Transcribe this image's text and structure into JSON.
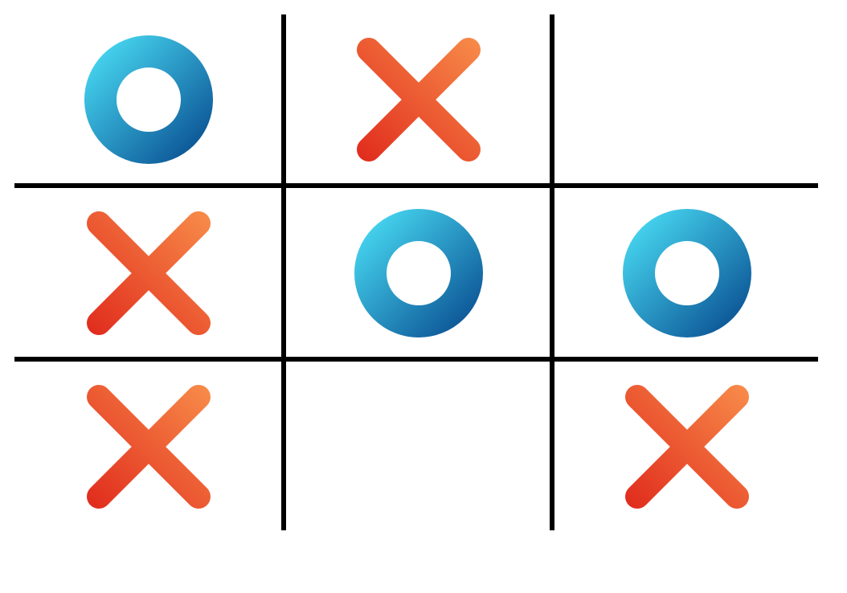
{
  "board": {
    "rows": 3,
    "cols": 3,
    "cells": [
      [
        "O",
        "X",
        ""
      ],
      [
        "X",
        "O",
        "O"
      ],
      [
        "X",
        "",
        "X"
      ]
    ]
  },
  "pieces": {
    "X": {
      "icon": "x-mark-icon",
      "color_light": "#F88D4A",
      "color_dark": "#E02A1C"
    },
    "O": {
      "icon": "o-ring-icon",
      "color_light": "#45D3EE",
      "color_dark": "#0D5797"
    }
  },
  "colors": {
    "grid_line": "#000000",
    "background": "#FFFFFF"
  }
}
